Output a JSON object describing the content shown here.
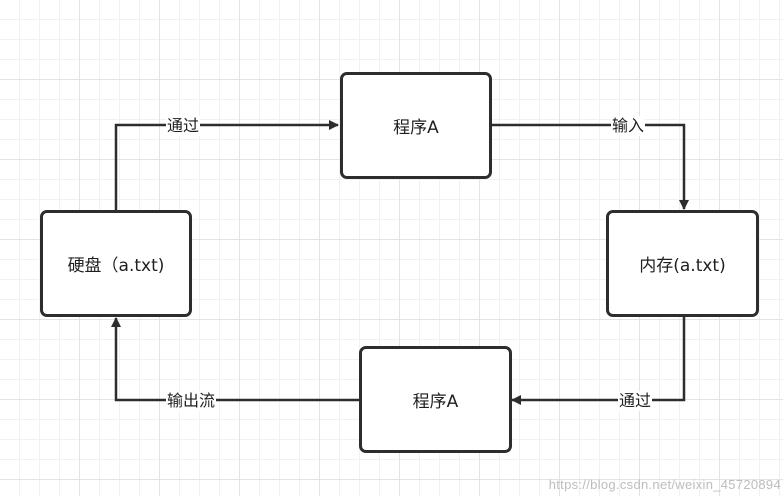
{
  "nodes": {
    "top": "程序A",
    "right": "内存(a.txt)",
    "bottom": "程序A",
    "left": "硬盘（a.txt)"
  },
  "edges": {
    "left_to_top": "通过",
    "top_to_right": "输入",
    "right_to_bottom": "通过",
    "bottom_to_left": "输出流"
  },
  "watermark": "https://blog.csdn.net/weixin_45720894",
  "colors": {
    "stroke": "#2d2d2d",
    "grid": "#e3e3e3",
    "background": "#ffffff"
  }
}
